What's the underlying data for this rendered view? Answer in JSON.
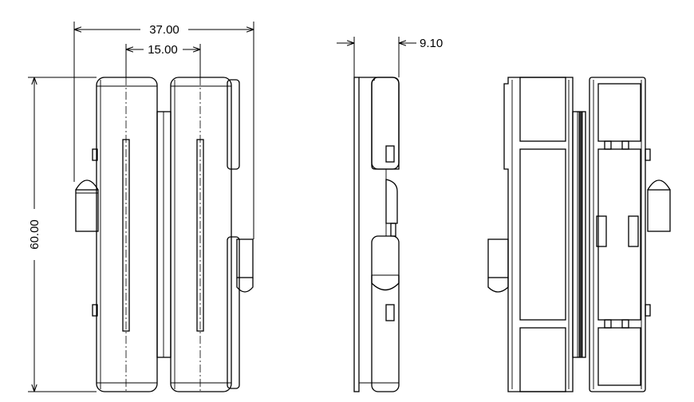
{
  "dimensions": {
    "overall_width": "37.00",
    "pitch": "15.00",
    "depth": "9.10",
    "height": "60.00"
  },
  "colors": {
    "line": "#000000",
    "background": "#ffffff"
  }
}
